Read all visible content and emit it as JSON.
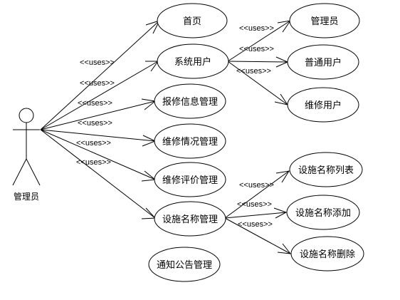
{
  "actor": {
    "label": "管理员"
  },
  "usecases": {
    "shouye": "首页",
    "xitongyonghu": "系统用户",
    "baoxiu": "报修信息管理",
    "weixiuqingkuang": "维修情况管理",
    "weixiupingjia": "维修评价管理",
    "sheshimingcheng": "设施名称管理",
    "tongzhi": "通知公告管理",
    "guanliyuan": "管理员",
    "putongyonghu": "普通用户",
    "weixiuyonghu": "维修用户",
    "liebiao": "设施名称列表",
    "tianjia": "设施名称添加",
    "shanchu": "设施名称删除"
  },
  "relation_label": "<<uses>>"
}
